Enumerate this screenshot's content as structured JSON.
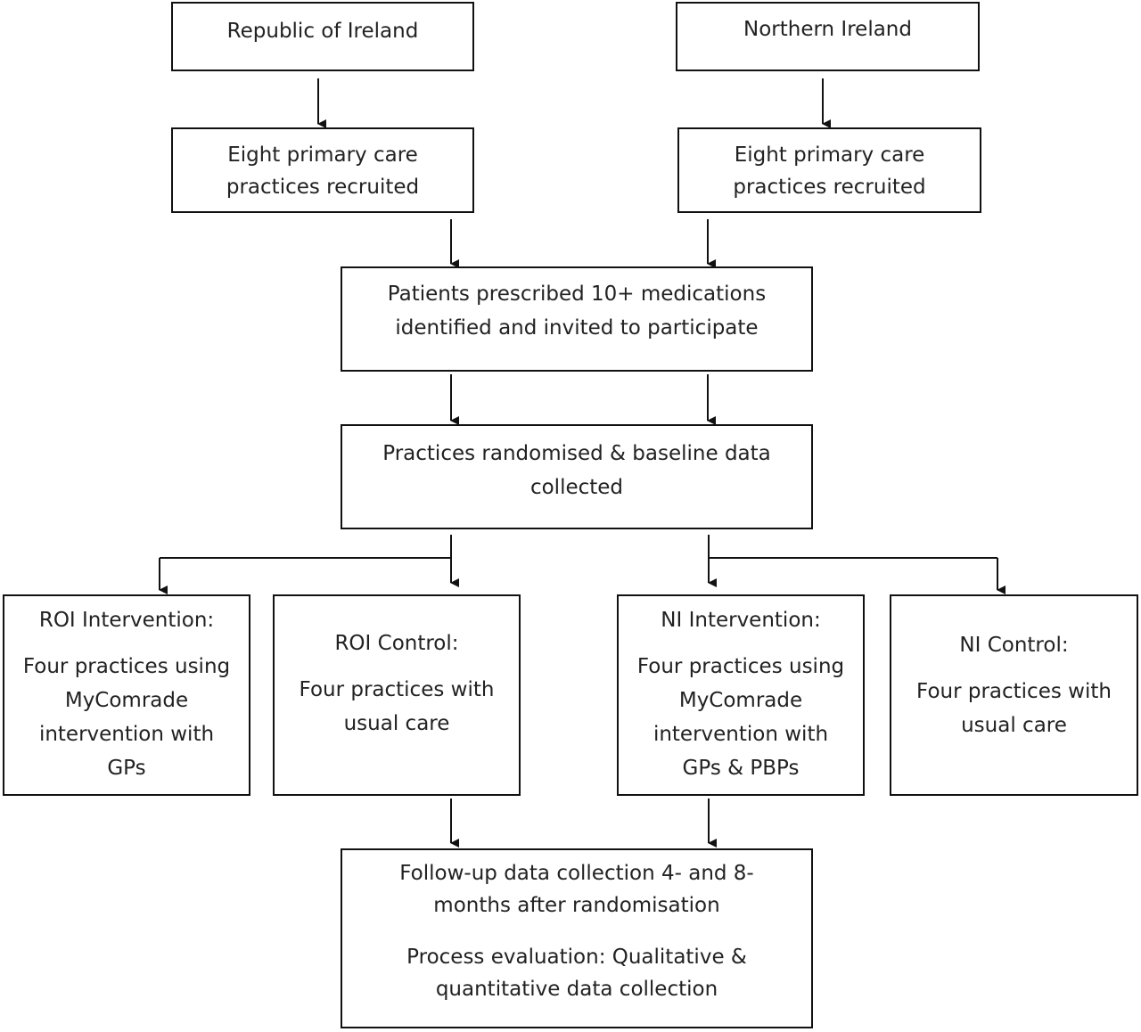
{
  "boxes": {
    "roi_country": {
      "lines": [
        "Republic of Ireland"
      ]
    },
    "ni_country": {
      "lines": [
        "Northern Ireland"
      ]
    },
    "roi_recruit": {
      "lines": [
        "Eight primary care",
        "practices recruited"
      ]
    },
    "ni_recruit": {
      "lines": [
        "Eight primary care",
        "practices recruited"
      ]
    },
    "patients": {
      "lines": [
        "Patients prescribed 10+ medications",
        "identified and invited to participate"
      ]
    },
    "randomised": {
      "lines": [
        "Practices randomised & baseline data",
        "collected"
      ]
    },
    "roi_intervention": {
      "heading": "ROI Intervention:",
      "lines": [
        "Four practices using",
        "MyComrade",
        "intervention with",
        "GPs"
      ]
    },
    "roi_control": {
      "heading": "ROI Control:",
      "lines": [
        "Four practices with",
        "usual care"
      ]
    },
    "ni_intervention": {
      "heading": "NI Intervention:",
      "lines": [
        "Four practices using",
        "MyComrade",
        "intervention with",
        "GPs & PBPs"
      ]
    },
    "ni_control": {
      "heading": "NI Control:",
      "lines": [
        "Four practices with",
        "usual care"
      ]
    },
    "followup": {
      "lines": [
        "Follow-up data collection 4- and 8-",
        "months after randomisation"
      ],
      "lines2": [
        "Process evaluation: Qualitative &",
        "quantitative data collection"
      ]
    }
  }
}
